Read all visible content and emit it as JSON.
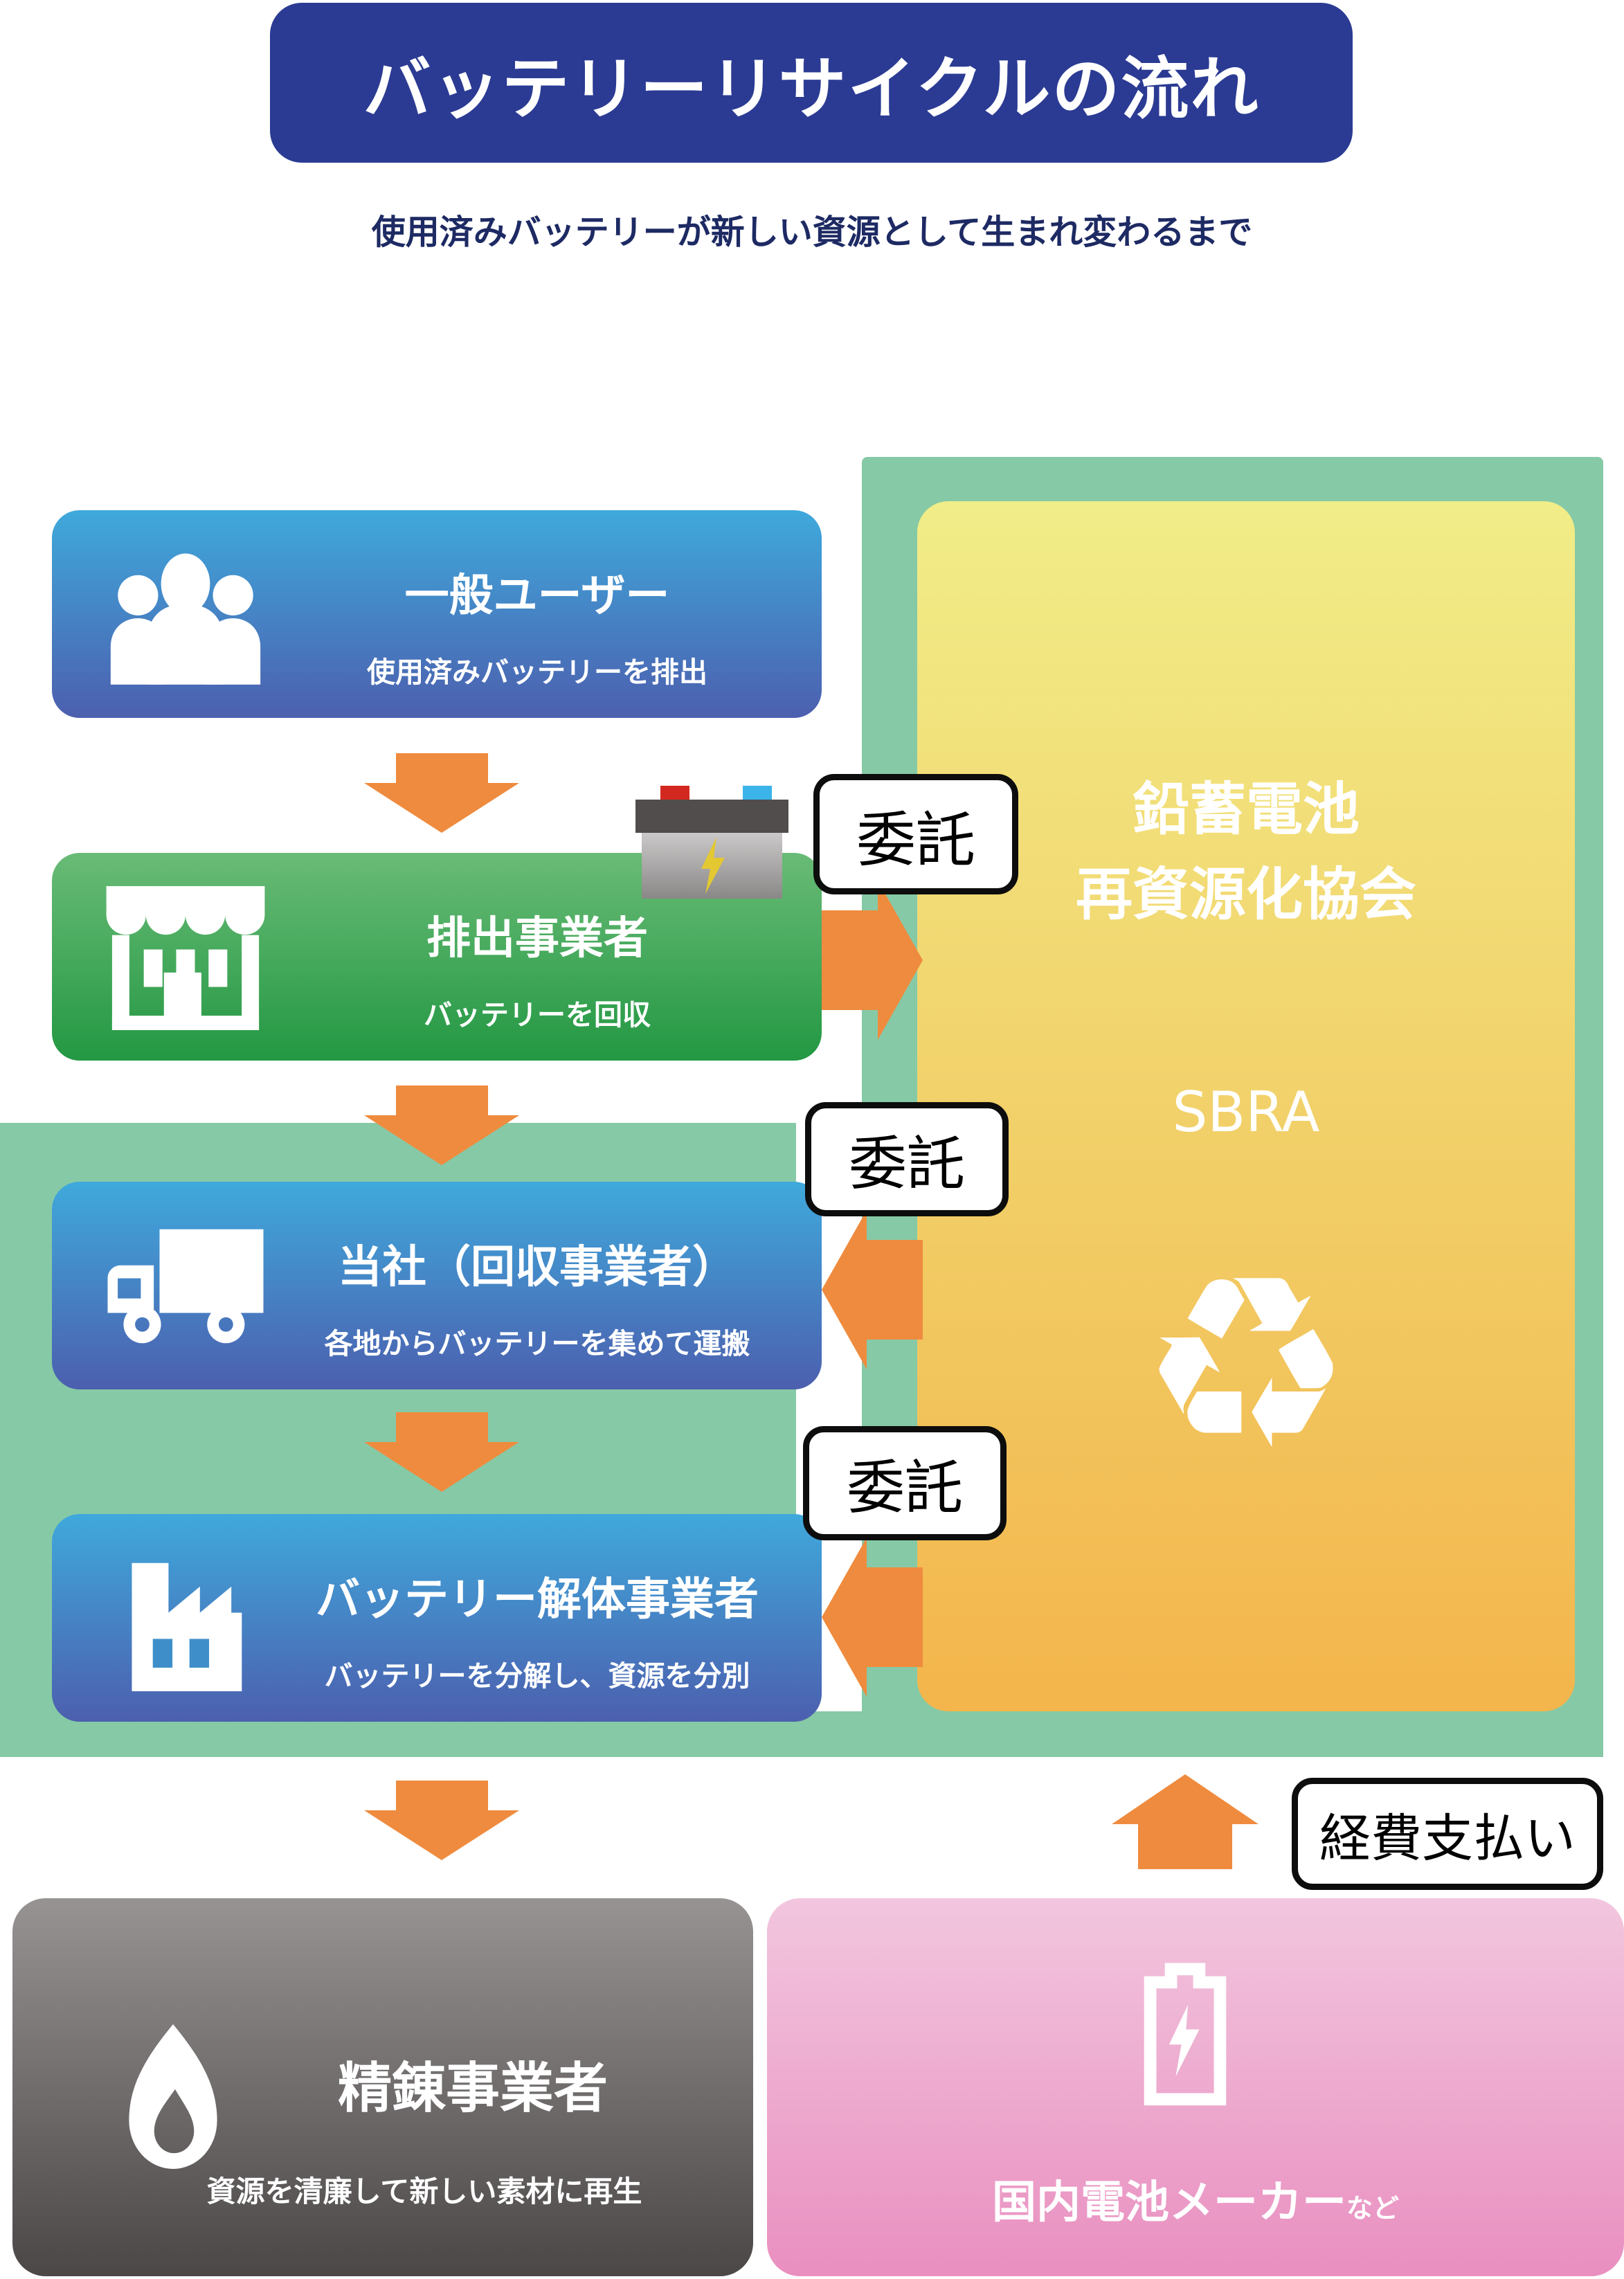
{
  "header": {
    "title": "バッテリーリサイクルの流れ",
    "subtitle": "使用済みバッテリーが新しい資源として生まれ変わるまで"
  },
  "flow_boxes": [
    {
      "id": "general-user",
      "title": "一般ユーザー",
      "subtitle": "使用済みバッテリーを排出",
      "icon": "people-group-icon"
    },
    {
      "id": "discharger",
      "title": "排出事業者",
      "subtitle": "バッテリーを回収",
      "icon": "storefront-icon"
    },
    {
      "id": "collector",
      "title": "当社（回収事業者）",
      "subtitle": "各地からバッテリーを集めて運搬",
      "icon": "truck-icon"
    },
    {
      "id": "dismantler",
      "title": "バッテリー解体事業者",
      "subtitle": "バッテリーを分解し、資源を分別",
      "icon": "factory-icon"
    },
    {
      "id": "refiner",
      "title": "精錬事業者",
      "subtitle": "資源を清廉して新しい素材に再生",
      "icon": "flame-icon"
    },
    {
      "id": "battery-maker",
      "title": "国内電池メーカー",
      "suffix": "など",
      "icon": "battery-outline-icon"
    }
  ],
  "sbra": {
    "line1": "鉛蓄電池",
    "line2": "再資源化協会",
    "abbr": "SBRA",
    "recycle_glyph": "♻",
    "icon": "recycle-icon"
  },
  "labels": {
    "consign": "委託",
    "expense": "経費支払い"
  },
  "icons": {
    "flow_art": "car-battery-icon"
  },
  "colors": {
    "title_bar": "#2b3b93",
    "subtitle_text": "#1d2a63",
    "blue_box_top": "#3fa9dc",
    "blue_box_bottom": "#4c5fae",
    "green_box_top": "#69bb76",
    "green_box_bottom": "#239843",
    "panel_green": "#86c9a6",
    "sbra_yellow_top": "#f1ed88",
    "sbra_yellow_bottom": "#f3b54c",
    "arrow_orange": "#ef8b3e",
    "gray_box_top": "#979393",
    "gray_box_bottom": "#4b4747",
    "pink_box_top": "#f2c6de",
    "pink_box_bottom": "#e98fc0"
  }
}
